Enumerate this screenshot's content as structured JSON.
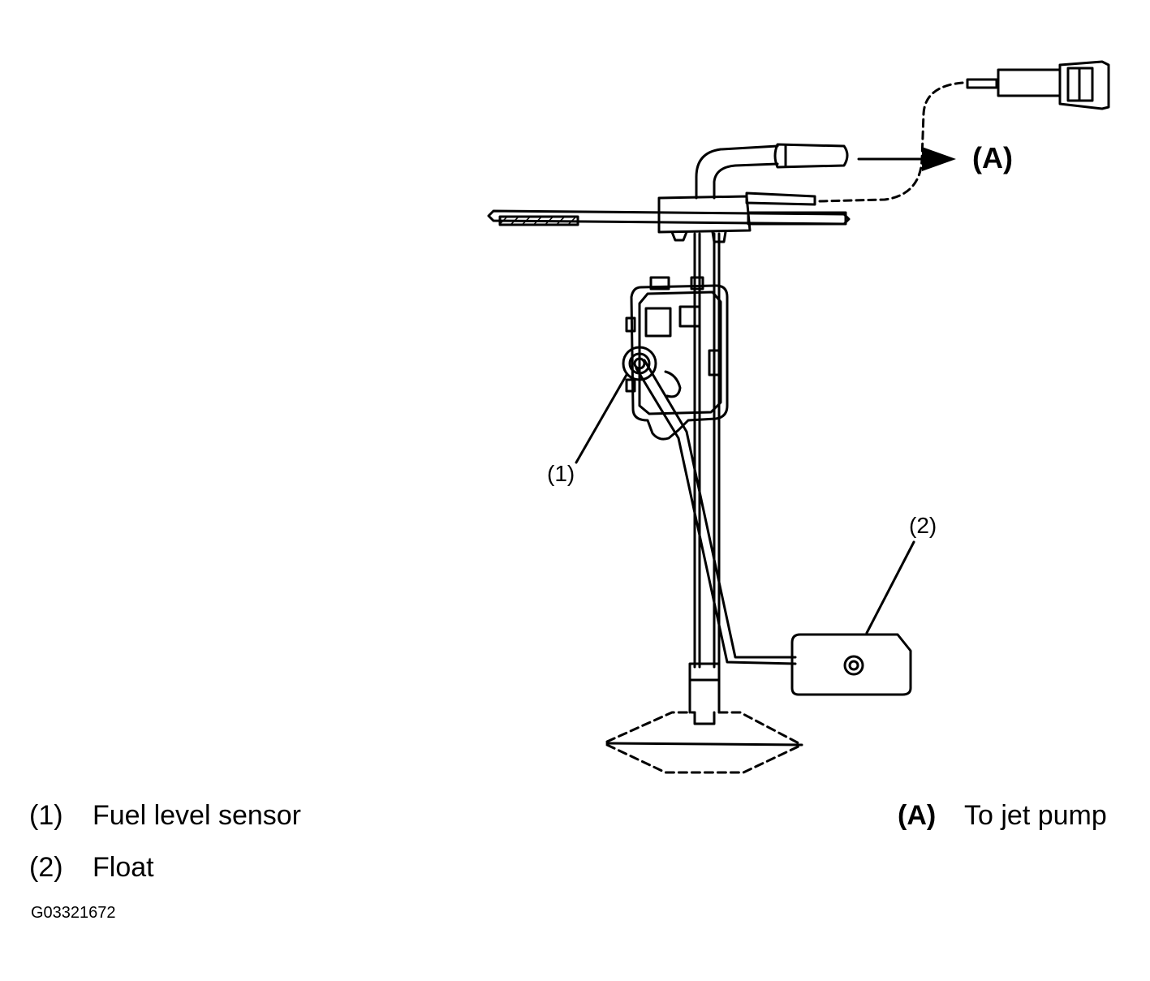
{
  "callouts": {
    "one": "(1)",
    "two": "(2)",
    "a": "(A)"
  },
  "legend": [
    {
      "key": "(1)",
      "text": "Fuel level sensor"
    },
    {
      "key": "(2)",
      "text": "Float"
    }
  ],
  "legend_a": {
    "key": "(A)",
    "text": "To jet pump"
  },
  "figure_id": "G03321672",
  "line_color": "#000000"
}
